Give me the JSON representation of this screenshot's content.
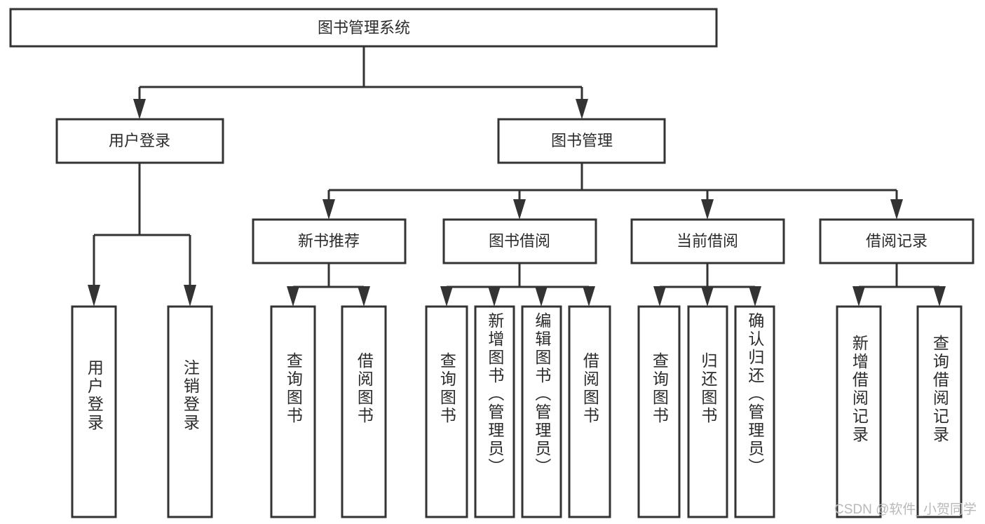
{
  "diagram": {
    "title": "图书管理系统",
    "watermark": "CSDN @软件_小贺同学",
    "colors": {
      "box_stroke": "#333333",
      "box_fill": "#ffffff",
      "text": "#2b2b2b",
      "background": "#ffffff",
      "watermark": "#b9b9b9"
    },
    "root": {
      "label": "图书管理系统"
    },
    "level2": [
      {
        "label": "用户登录"
      },
      {
        "label": "图书管理"
      }
    ],
    "level3": [
      {
        "label": "新书推荐"
      },
      {
        "label": "图书借阅"
      },
      {
        "label": "当前借阅"
      },
      {
        "label": "借阅记录"
      }
    ],
    "leaves": {
      "user_login": [
        {
          "label": "用户登录"
        },
        {
          "label": "注销登录"
        }
      ],
      "new_book_recommend": [
        {
          "label": "查询图书"
        },
        {
          "label": "借阅图书"
        }
      ],
      "book_borrow": [
        {
          "label": "查询图书"
        },
        {
          "label": "新增图书（管理员）"
        },
        {
          "label": "编辑图书（管理员）"
        },
        {
          "label": "借阅图书"
        }
      ],
      "current_borrow": [
        {
          "label": "查询图书"
        },
        {
          "label": "归还图书"
        },
        {
          "label": "确认归还（管理员）"
        }
      ],
      "borrow_record": [
        {
          "label": "新增借阅记录"
        },
        {
          "label": "查询借阅记录"
        }
      ]
    }
  }
}
